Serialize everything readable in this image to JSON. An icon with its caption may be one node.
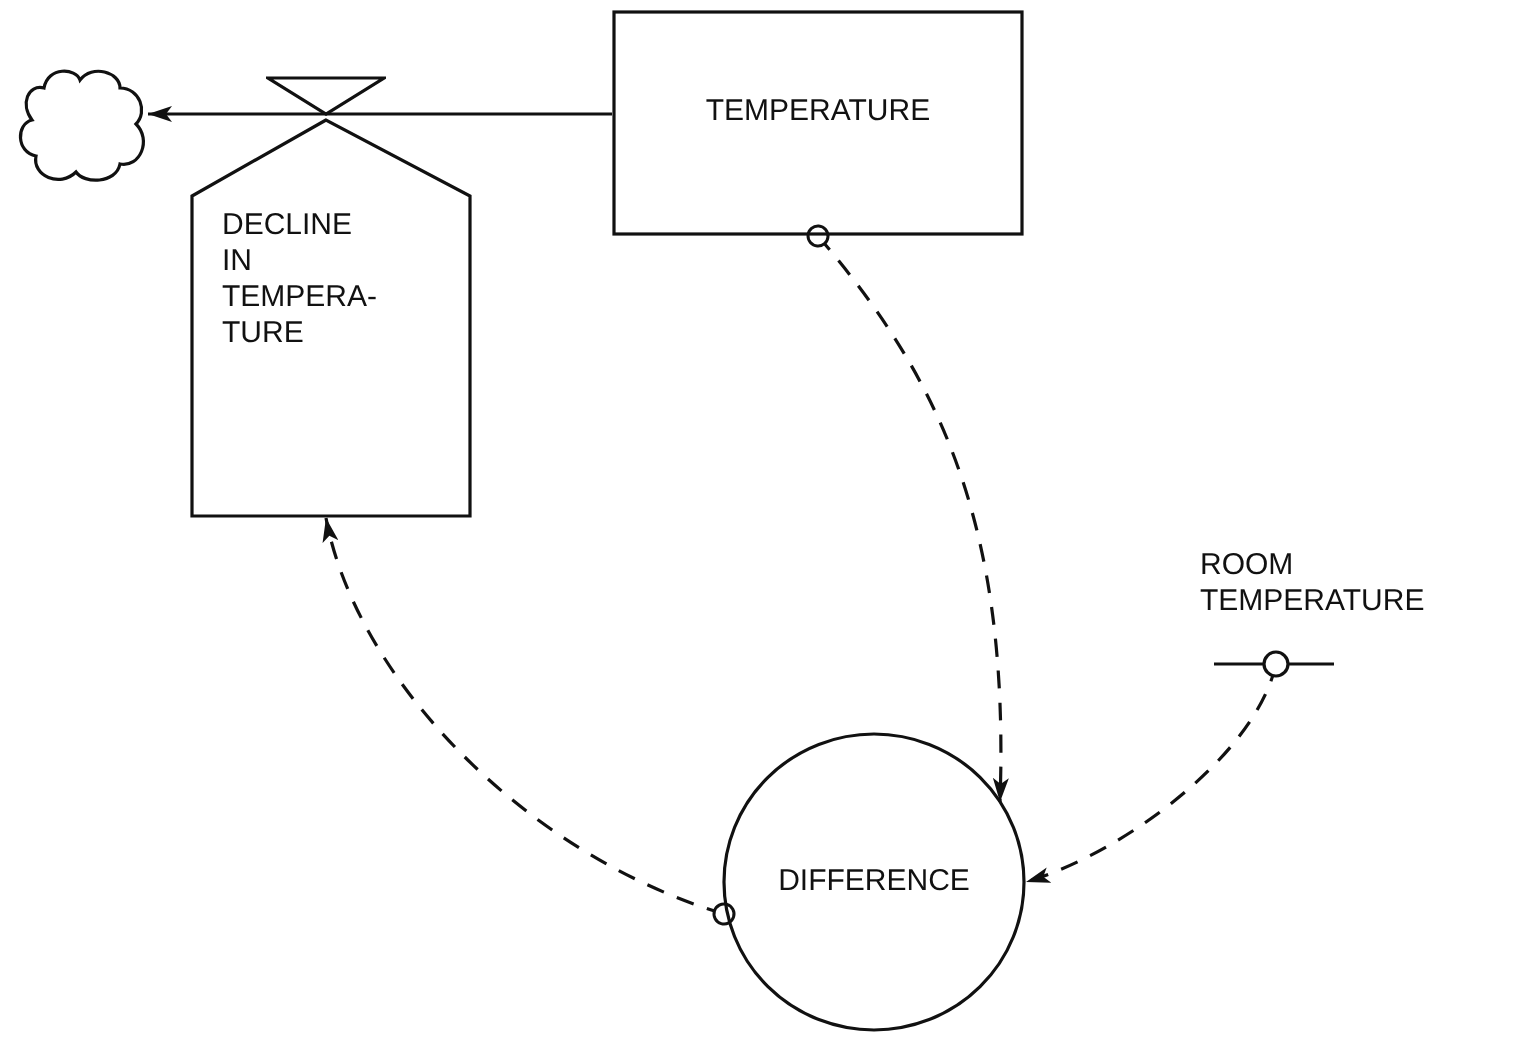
{
  "diagram": {
    "nodes": [
      {
        "text": [],
        "shape": "cloud"
      },
      {
        "text": [
          "TEMPERATURE"
        ]
      },
      {
        "text": [
          "DECLINE IN TEMPERA- TURE"
        ]
      },
      {
        "text": [
          "ROOM TEMPERATURE"
        ]
      },
      {
        "text": [
          "DIFFERENCE"
        ]
      }
    ],
    "edges": [
      {
        "from": 1,
        "to": 0,
        "arrow": "to"
      },
      {
        "from": 1,
        "to": 4,
        "arrow": "to",
        "style": "dashed"
      },
      {
        "from": 3,
        "to": 4,
        "arrow": "to",
        "style": "dashed"
      },
      {
        "from": 4,
        "to": 2,
        "arrow": "to",
        "style": "dashed"
      }
    ]
  }
}
